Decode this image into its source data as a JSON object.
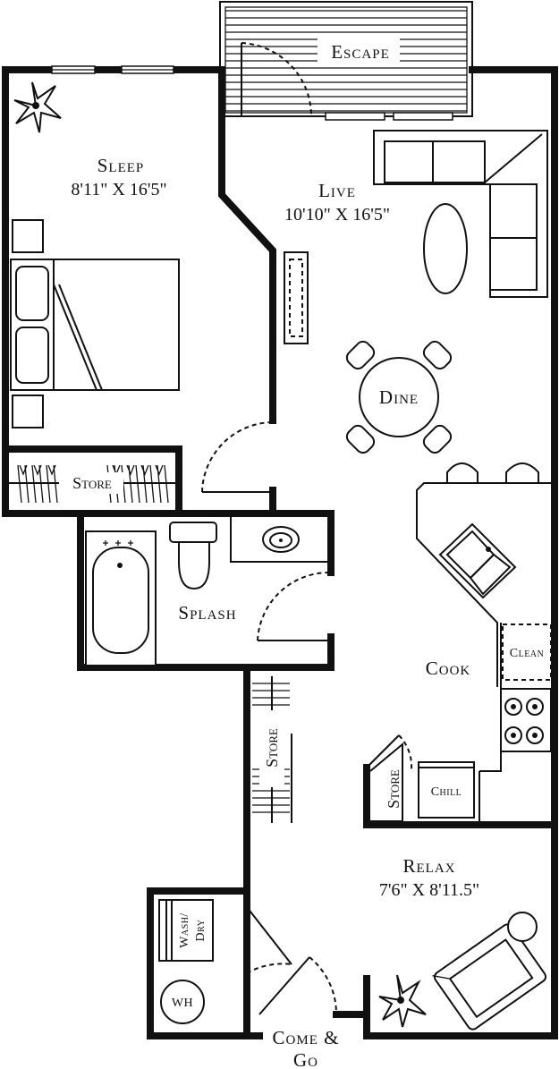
{
  "rooms": {
    "sleep": {
      "name": "Sleep",
      "dims": "8'11\" X 16'5\""
    },
    "live": {
      "name": "Live",
      "dims": "10'10\" X 16'5\""
    },
    "dine": {
      "name": "Dine"
    },
    "escape": {
      "name": "Escape"
    },
    "store_bedroom": {
      "name": "Store"
    },
    "splash": {
      "name": "Splash"
    },
    "cook": {
      "name": "Cook"
    },
    "clean": {
      "name": "Clean"
    },
    "chill": {
      "name": "Chill"
    },
    "store_kitchen": {
      "name": "Store"
    },
    "store_hall": {
      "name": "Store"
    },
    "relax": {
      "name": "Relax",
      "dims": "7'6\" X 8'11.5\""
    },
    "wash_dry": {
      "line1": "Wash/",
      "line2": "Dry"
    },
    "wh": {
      "name": "WH"
    },
    "entry": {
      "line1": "Come &",
      "line2": "Go"
    }
  }
}
